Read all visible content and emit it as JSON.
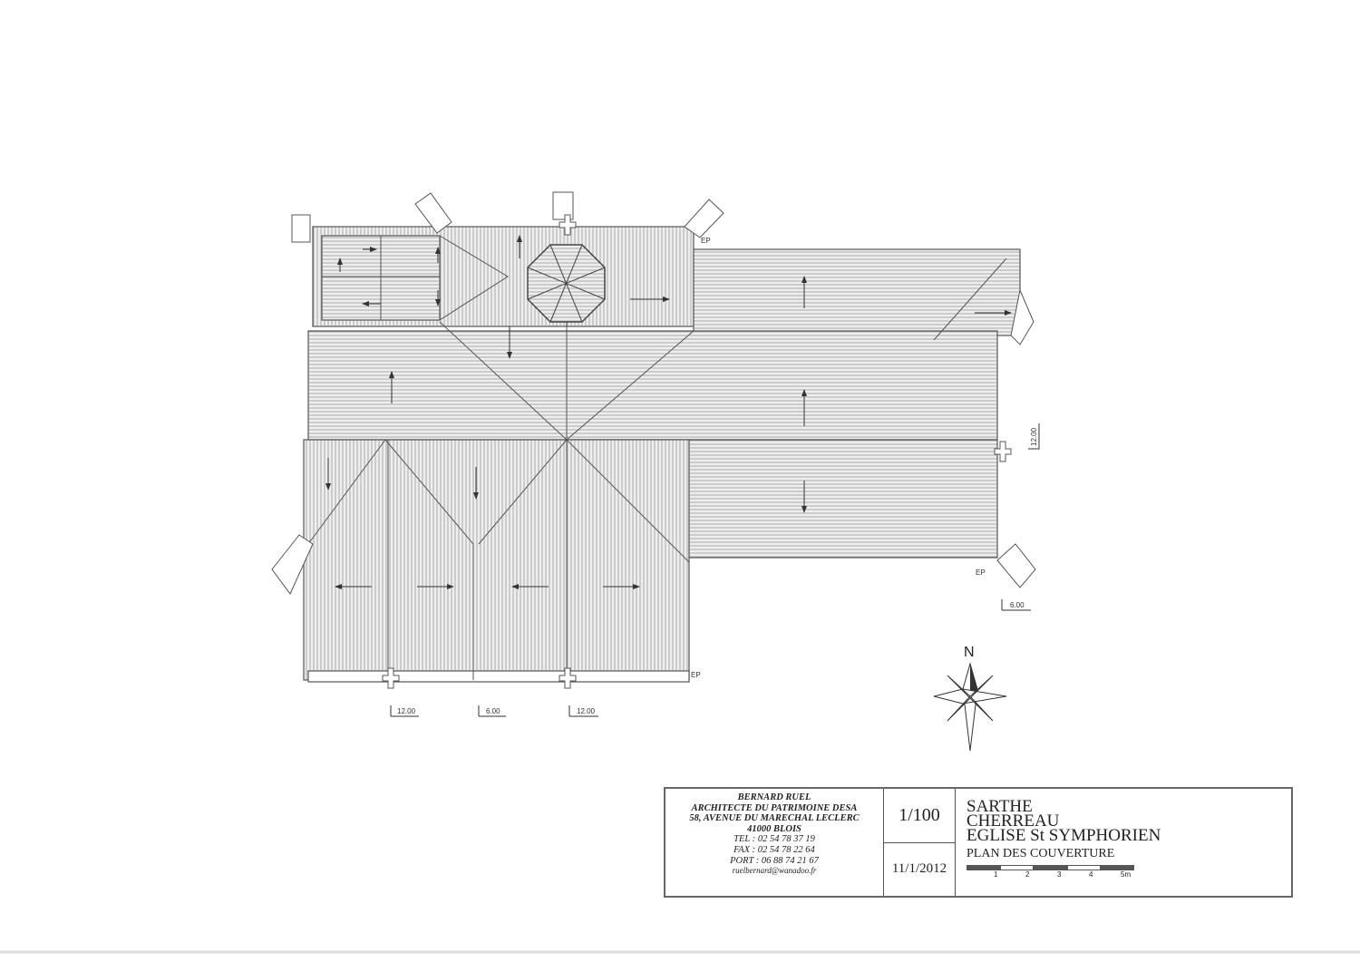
{
  "drawing": {
    "labels": {
      "ep": "EP",
      "north": "N"
    },
    "levels": {
      "bottom_left": "12.00",
      "bottom_mid": "6.00",
      "bottom_right": "12.00",
      "right_upper": "12.00",
      "right_lower": "6.00"
    }
  },
  "title_block": {
    "architect": "BERNARD RUEL",
    "title": "ARCHITECTE DU PATRIMOINE DESA",
    "address": "58, AVENUE DU MARECHAL LECLERC",
    "city": "41000 BLOIS",
    "tel": "TEL : 02 54 78 37 19",
    "fax": "FAX : 02 54 78 22 64",
    "port": "PORT : 06 88 74 21 67",
    "email": "ruelbernard@wanadoo.fr",
    "scale": "1/100",
    "date": "11/1/2012",
    "department": "SARTHE",
    "commune": "CHERREAU",
    "building": "EGLISE St SYMPHORIEN",
    "sheet": "PLAN DES COUVERTURE",
    "scale_bar": [
      "1",
      "2",
      "3",
      "4",
      "5m"
    ]
  }
}
